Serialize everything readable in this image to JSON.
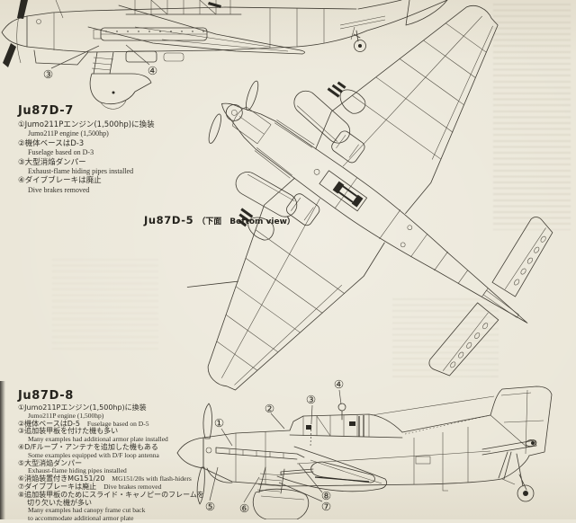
{
  "page": {
    "paper_color": "#ebe7d9",
    "ink_color": "#3f3b32"
  },
  "d7": {
    "title": "Ju87D-7",
    "lines": [
      {
        "jp": "①Jumo211Pエンジン(1,500hp)に換装",
        "en": "Jumo211P engine (1,500hp)"
      },
      {
        "jp": "②機体ベースはD-3",
        "en": "Fuselage based on D-3"
      },
      {
        "jp": "③大型消焔ダンパー",
        "en": "Exhaust-flame hiding pipes installed"
      },
      {
        "jp": "④ダイブブレーキは廃止",
        "en": "Dive brakes removed"
      }
    ]
  },
  "d5_label": {
    "model": "Ju87D-5",
    "view": "（下面　Bottom view）"
  },
  "d8": {
    "title": "Ju87D-8",
    "lines": [
      {
        "jp": "①Jumo211Pエンジン(1,500hp)に換装",
        "en": "Jumo211P engine (1,500hp)"
      },
      {
        "jp": "②機体ベースはD-5",
        "en_inline": "Fuselage based on D-5"
      },
      {
        "jp": "③追加装甲板を付けた機も多い",
        "en": "Many examples had additional armor plate installed"
      },
      {
        "jp": "④D/Fループ・アンテナを追加した機もある",
        "en": "Some examples equipped with D/F loop antenna"
      },
      {
        "jp": "⑤大型消焔ダンパー",
        "en": "Exhaust-flame hiding pipes installed"
      },
      {
        "jp": "⑥消焔装置付きMG151/20",
        "en_inline": "MG151/20s with flash-hiders"
      },
      {
        "jp": "⑦ダイブブレーキは廃止",
        "en_inline": "Dive brakes removed"
      },
      {
        "jp": "⑧追加装甲板のためにスライド・キャノピーのフレームを",
        "jp2": "切り欠いた機が多い",
        "en": "Many examples had canopy frame cut back",
        "en2": "to accommodate additional armor plate"
      }
    ]
  },
  "callouts": {
    "top": [
      "③",
      "④"
    ],
    "bottom": [
      "①",
      "②",
      "③",
      "④",
      "⑤",
      "⑥",
      "⑦",
      "⑧"
    ]
  }
}
